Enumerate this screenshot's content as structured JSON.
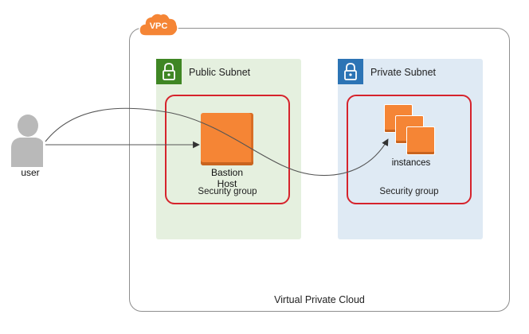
{
  "vpc": {
    "badge": "VPC",
    "label": "Virtual Private Cloud"
  },
  "public_subnet": {
    "title": "Public Subnet",
    "security_group_label": "Security group",
    "host_label_line1": "Bastion",
    "host_label_line2": "Host"
  },
  "private_subnet": {
    "title": "Private Subnet",
    "security_group_label": "Security group",
    "instances_label": "instances"
  },
  "user": {
    "label": "user"
  },
  "colors": {
    "public_subnet_bg": "#e5f0df",
    "private_subnet_bg": "#dfeaf4",
    "public_lock": "#3f8624",
    "private_lock": "#2c74b5",
    "security_group_border": "#d6232c",
    "ec2_orange": "#f58535",
    "vpc_badge": "#f58535"
  },
  "icons": {
    "vpc_badge": "cloud-icon",
    "public_subnet": "lock-icon",
    "private_subnet": "lock-icon",
    "bastion": "ec2-instance-icon",
    "instances": "ec2-instances-icon",
    "user": "user-icon"
  }
}
